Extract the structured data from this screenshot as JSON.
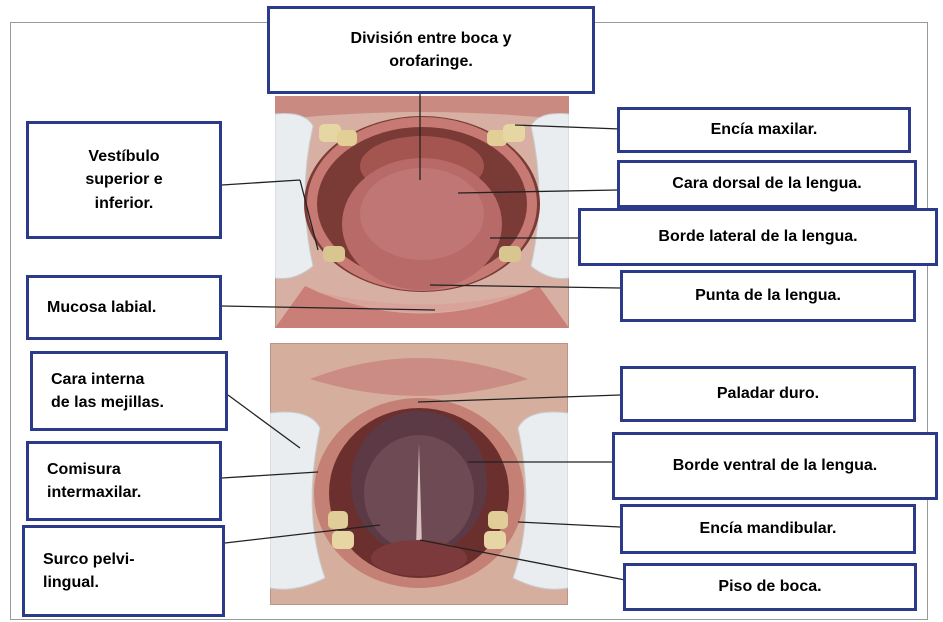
{
  "labels": {
    "division": "División entre boca y\norofaringe.",
    "vestibulo": "Vestíbulo\nsuperior e\ninferior.",
    "encia_maxilar": "Encía maxilar.",
    "cara_dorsal": "Cara dorsal de la lengua.",
    "borde_lateral": "Borde lateral de la lengua.",
    "punta": "Punta de la lengua.",
    "mucosa_labial": "Mucosa labial.",
    "cara_interna": "Cara interna\nde las mejillas.",
    "paladar": "Paladar duro.",
    "comisura": "Comisura\nintermaxilar.",
    "borde_ventral": "Borde ventral de la lengua.",
    "encia_mandibular": "Encía mandibular.",
    "surco": "Surco pelvi-\nlingual.",
    "piso": "Piso de boca."
  },
  "colors": {
    "box_border": "#2b3b8a",
    "leader": "#222222",
    "lip": "#c9807b",
    "skin": "#d8b0a0",
    "mouth_dark": "#6a2e2c",
    "tongue": "#b86a6a",
    "teeth": "#e6d6a4",
    "retractor": "#e8ecef"
  }
}
